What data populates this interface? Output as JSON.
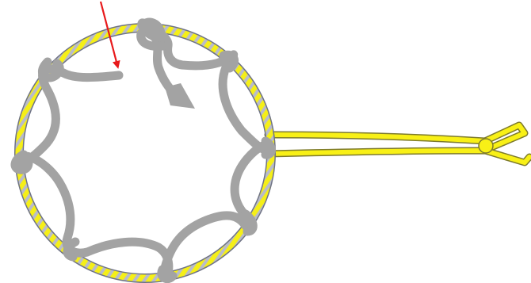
{
  "diagram": {
    "subject": "",
    "colors": {
      "background": "#ffffff",
      "ring_fill": "#f5ef18",
      "ring_stripe": "#b9bcc9",
      "ring_outline": "#6f7385",
      "cord": "#a3a3a3",
      "arrow": "#a3a3a3",
      "pointer": "#e8191b",
      "tail": "#f8f016",
      "tail_outline": "#7d7a2c"
    },
    "parts": {
      "ring": "ring",
      "cord": "cord",
      "tail": "tail",
      "direction_arrow": "direction-arrow",
      "pointer_arrow": "pointer-arrow"
    }
  }
}
